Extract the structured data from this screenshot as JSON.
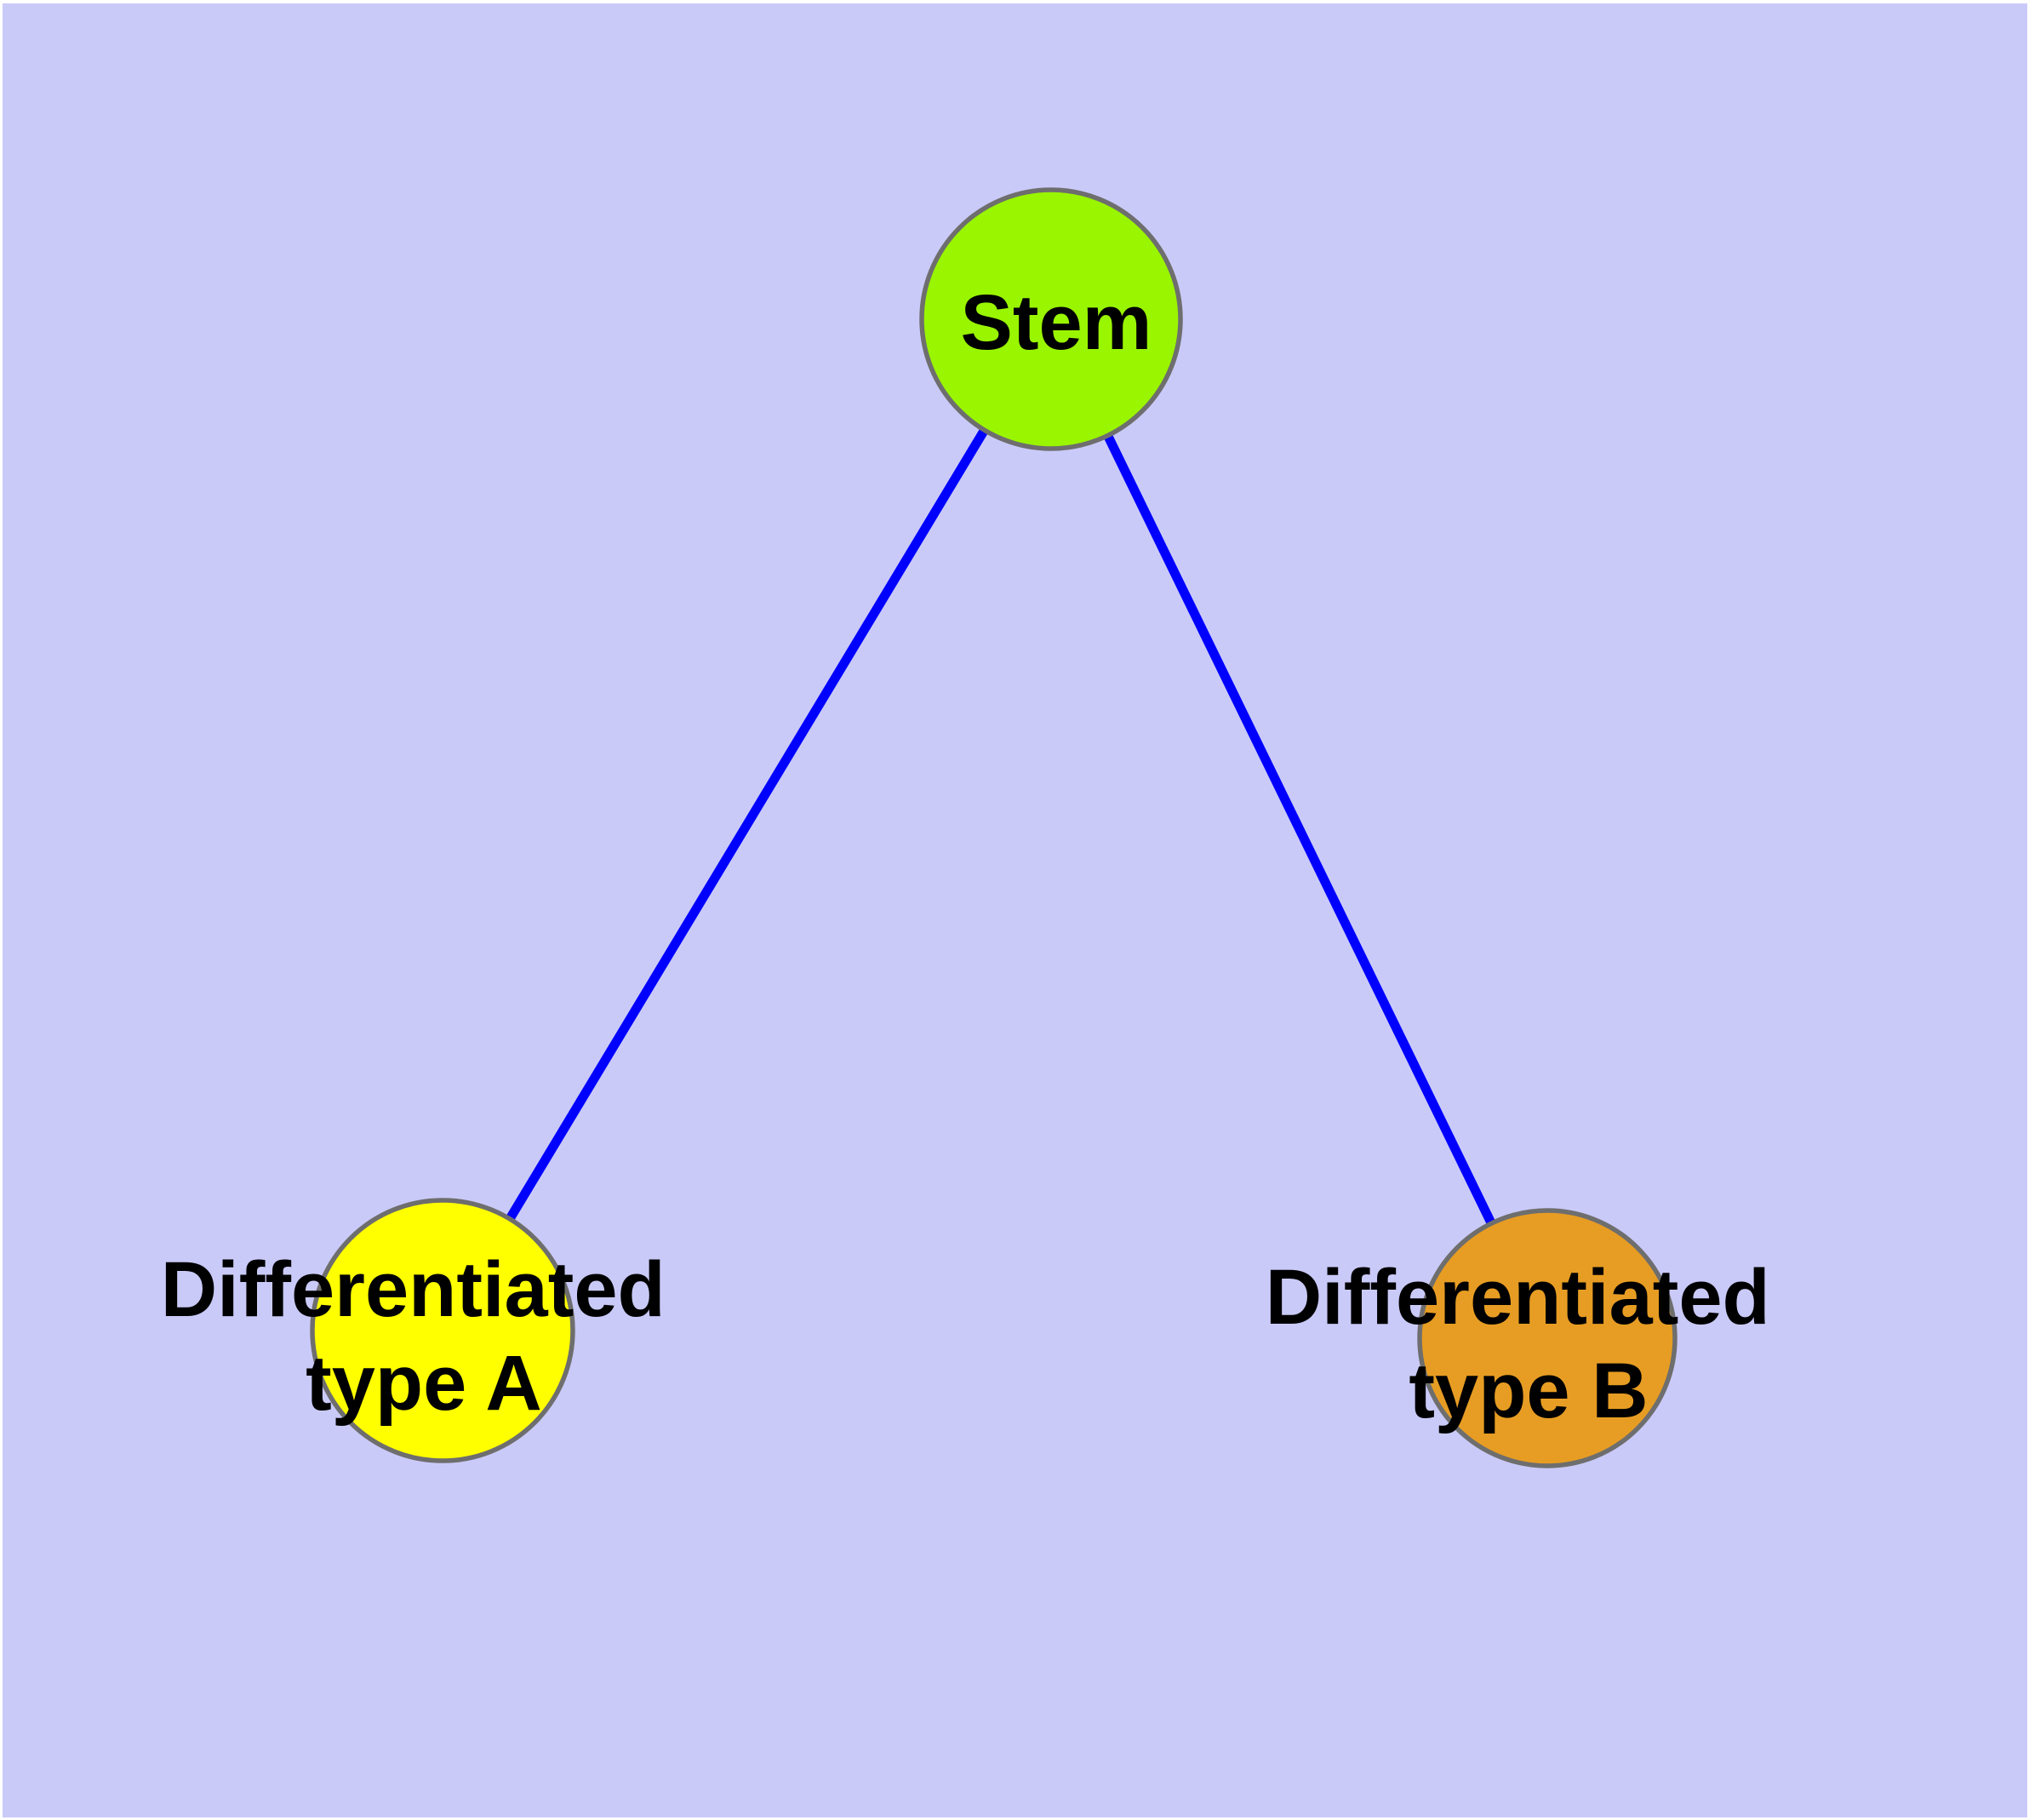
{
  "diagram": {
    "type": "graph",
    "colors": {
      "background": "#cacaf9",
      "frame": "#ffffff",
      "edge": "#0000ff",
      "node_border": "#6e6e6e",
      "label_text": "#000000"
    },
    "nodes": {
      "stem": {
        "label": "Stem",
        "fill": "#99f500"
      },
      "type_a": {
        "label_line1": "Differentiated",
        "label_line2": "type A",
        "label_full": "Differentiated type A",
        "fill": "#ffff00"
      },
      "type_b": {
        "label_line1": "Differentiated",
        "label_line2": "type B",
        "label_full": "Differentiated type B",
        "fill": "#e79d23"
      }
    },
    "edges": [
      {
        "from": "Stem",
        "to": "Differentiated type A"
      },
      {
        "from": "Stem",
        "to": "Differentiated type B"
      }
    ]
  }
}
